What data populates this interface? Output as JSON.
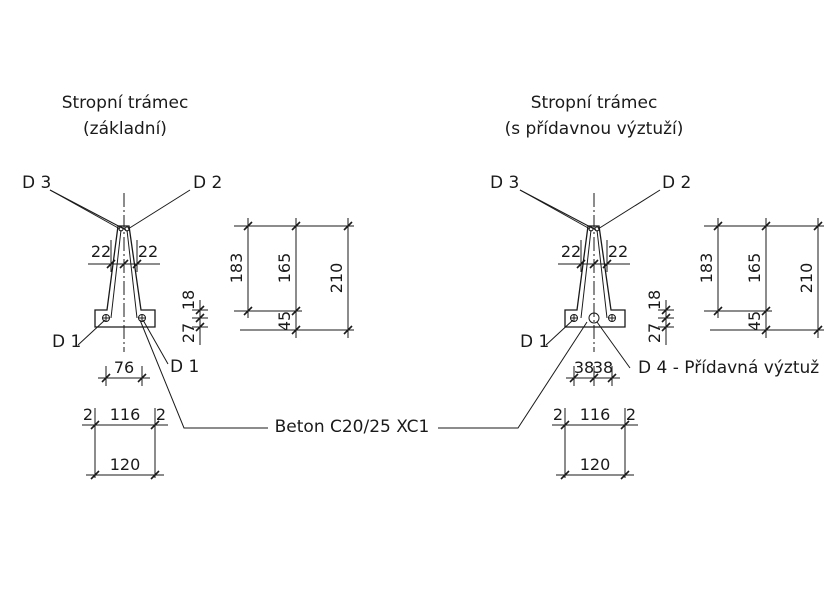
{
  "left_section": {
    "title_line1": "Stropní trámec",
    "title_line2": "(základní)",
    "label_d3": "D 3",
    "label_d2": "D 2",
    "label_d1_left": "D 1",
    "label_d1_bottom": "D 1",
    "dim_flange_left": "22",
    "dim_flange_right": "22",
    "dim_height_183": "183",
    "dim_height_165": "165",
    "dim_height_210": "210",
    "dim_45": "45",
    "dim_18": "18",
    "dim_27": "27",
    "dim_76": "76",
    "dim_116": "116",
    "dim_2_left": "2",
    "dim_2_right": "2",
    "dim_120": "120"
  },
  "right_section": {
    "title_line1": "Stropní trámec",
    "title_line2": "(s přídavnou výztuží)",
    "label_d3": "D 3",
    "label_d2": "D 2",
    "label_d1": "D 1",
    "label_d4": "D 4 - Přídavná výztuž",
    "dim_flange_left": "22",
    "dim_flange_right": "22",
    "dim_height_183": "183",
    "dim_height_165": "165",
    "dim_height_210": "210",
    "dim_45": "45",
    "dim_18": "18",
    "dim_27": "27",
    "dim_38_left": "38",
    "dim_38_right": "38",
    "dim_116": "116",
    "dim_2_left": "2",
    "dim_2_right": "2",
    "dim_120": "120"
  },
  "concrete_label": "Beton C20/25 XC1"
}
